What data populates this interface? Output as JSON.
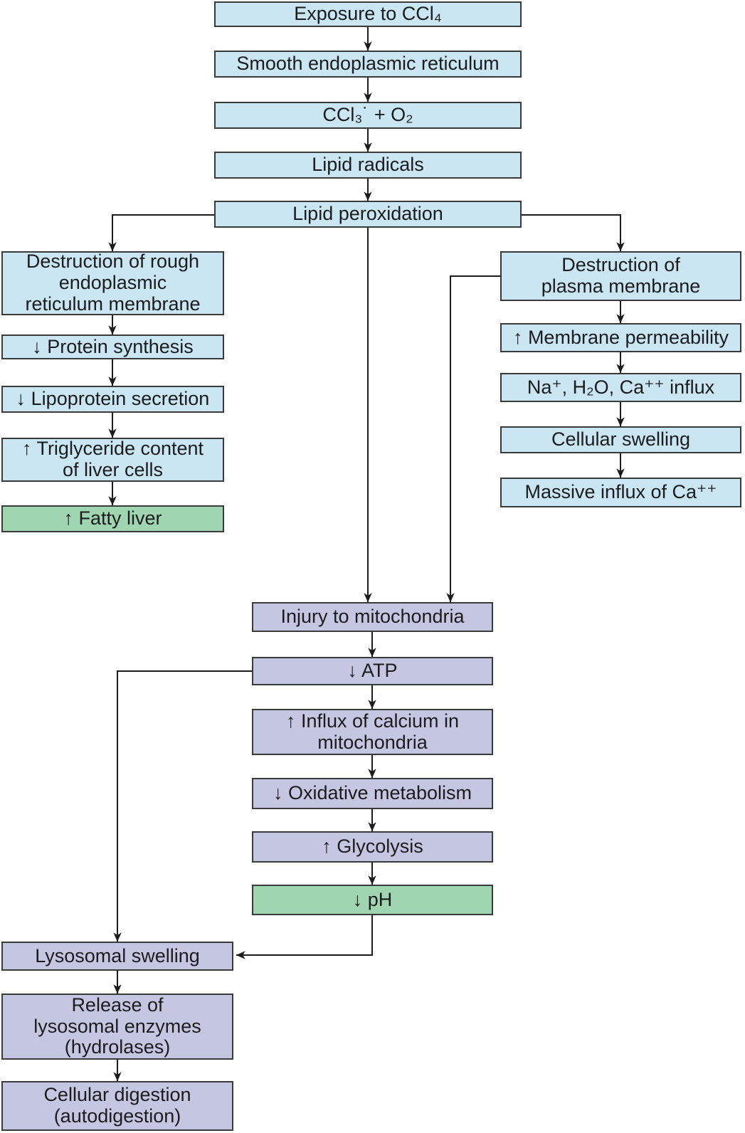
{
  "colors": {
    "process_blue": "#c9e6f2",
    "outcome_green": "#a0d5b2",
    "mitochondrial_purple": "#c4c6e2",
    "box_border": "#3a3a3a",
    "arrow_line": "#1c1c1c",
    "text": "#1c1c1e",
    "background": "#ffffff"
  },
  "nodes": [
    {
      "label": "Exposure to CCl₄"
    },
    {
      "label": "Smooth endoplasmic reticulum"
    },
    {
      "label": "CCl₃˙ + O₂"
    },
    {
      "label": "Lipid radicals"
    },
    {
      "label": "Lipid peroxidation"
    },
    {
      "label": "Destruction of rough\nendoplasmic\nreticulum membrane"
    },
    {
      "label": "↓ Protein synthesis"
    },
    {
      "label": "↓ Lipoprotein secretion"
    },
    {
      "label": "↑ Triglyceride content\nof liver cells"
    },
    {
      "label": "↑ Fatty liver"
    },
    {
      "label": "Destruction of\nplasma membrane"
    },
    {
      "label": "↑ Membrane permeability"
    },
    {
      "label": "Na⁺, H₂O, Ca⁺⁺ influx"
    },
    {
      "label": "Cellular swelling"
    },
    {
      "label": "Massive influx of Ca⁺⁺"
    },
    {
      "label": "Injury to mitochondria"
    },
    {
      "label": "↓ ATP"
    },
    {
      "label": "↑ Influx of calcium in\nmitochondria"
    },
    {
      "label": "↓ Oxidative metabolism"
    },
    {
      "label": "↑ Glycolysis"
    },
    {
      "label": "↓ pH"
    },
    {
      "label": "Lysosomal swelling"
    },
    {
      "label": "Release of\nlysosomal enzymes\n(hydrolases)"
    },
    {
      "label": "Cellular digestion\n(autodigestion)"
    }
  ]
}
